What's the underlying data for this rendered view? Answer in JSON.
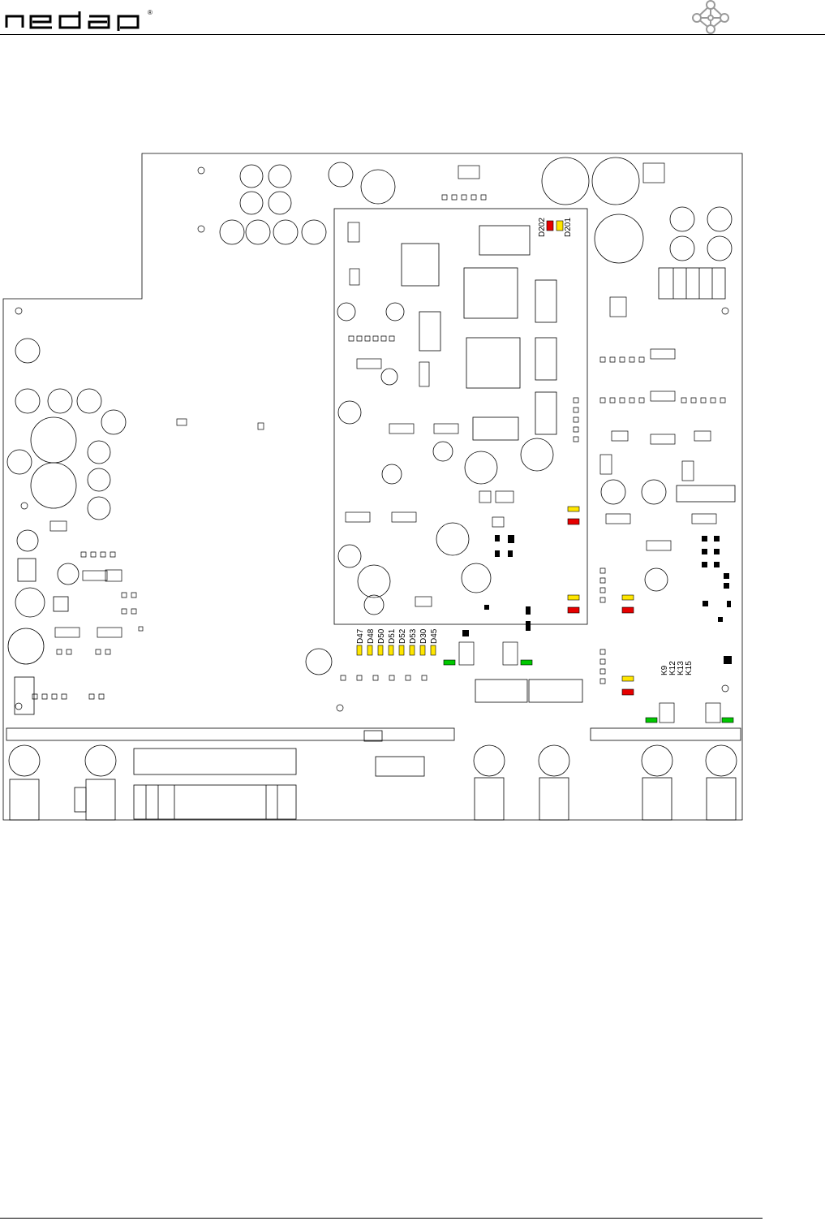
{
  "header": {
    "logo_text": "nedap",
    "registered_mark": "®",
    "emblem_icon": "molecule-network-icon"
  },
  "board": {
    "led_labels_bottom": [
      "D47",
      "D48",
      "D50",
      "D51",
      "D52",
      "D53",
      "D30",
      "D45"
    ],
    "led_labels_top": [
      "D202",
      "D201"
    ],
    "relay_labels": [
      "K9",
      "K12",
      "K13",
      "K15"
    ],
    "led_colors": {
      "yellow": "#ffe600",
      "red": "#e60000",
      "green": "#00c800",
      "outline": "#000000"
    }
  }
}
